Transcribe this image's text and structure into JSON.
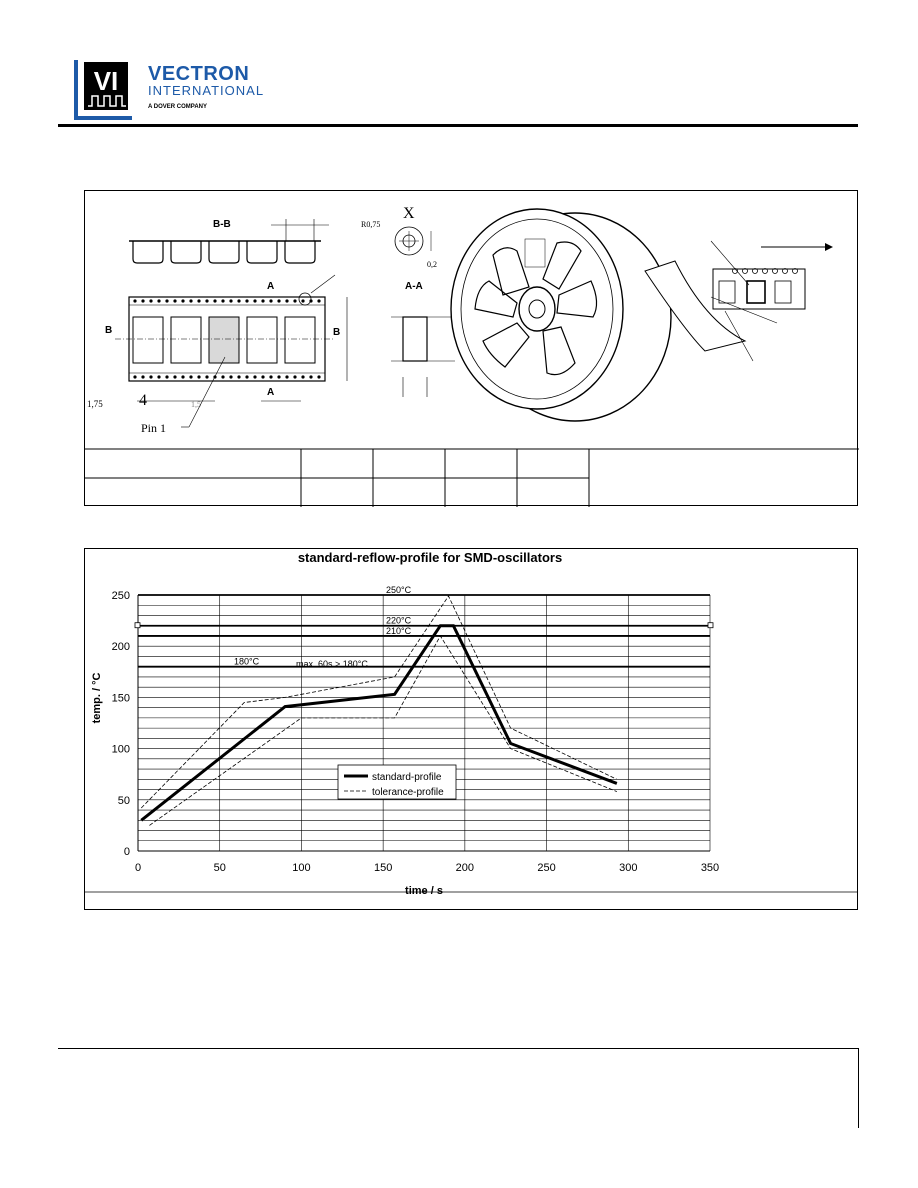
{
  "header": {
    "logo_mark": "VI",
    "brand_name": "VECTRON",
    "brand_sub": "INTERNATIONAL",
    "brand_company": "A DOVER COMPANY"
  },
  "tape_drawing": {
    "section_bb": "B-B",
    "section_aa": "A-A",
    "detail_x": "X",
    "radius": "R0,75",
    "dim_02": "0,2",
    "dim_175": "1,75",
    "dim_4": "4",
    "dim_15": "1,5",
    "pin1": "Pin 1",
    "label_a": "A",
    "label_b": "B"
  },
  "chart_data": {
    "type": "line",
    "title": "standard-reflow-profile for SMD-oscillators",
    "xlabel": "time / s",
    "ylabel": "temp. / °C",
    "xlim": [
      0,
      350
    ],
    "ylim": [
      0,
      250
    ],
    "xticks": [
      "0",
      "50",
      "100",
      "150",
      "200",
      "250",
      "300",
      "350"
    ],
    "yticks": [
      "0",
      "50",
      "100",
      "150",
      "200",
      "250"
    ],
    "reference_lines": [
      {
        "y": 250,
        "label": "250°C"
      },
      {
        "y": 220,
        "label": "220°C"
      },
      {
        "y": 210,
        "label": "210°C"
      },
      {
        "y": 180,
        "label": "180°C"
      }
    ],
    "annotation": "max. 60s > 180°C",
    "legend_position": "center",
    "series": [
      {
        "name": "standard-profile",
        "style": "solid-thick",
        "x": [
          2,
          90,
          157,
          185,
          193,
          228,
          293
        ],
        "y": [
          30,
          141,
          153,
          220,
          220,
          105,
          66
        ]
      },
      {
        "name": "tolerance-profile",
        "style": "dashed-upper",
        "x": [
          2,
          65,
          90,
          157,
          190,
          228,
          293
        ],
        "y": [
          42,
          145,
          150,
          170,
          249,
          120,
          70
        ]
      },
      {
        "name": "tolerance-profile",
        "style": "dashed-lower",
        "x": [
          7,
          100,
          157,
          185,
          228,
          293
        ],
        "y": [
          25,
          130,
          130,
          210,
          100,
          58
        ]
      }
    ]
  }
}
